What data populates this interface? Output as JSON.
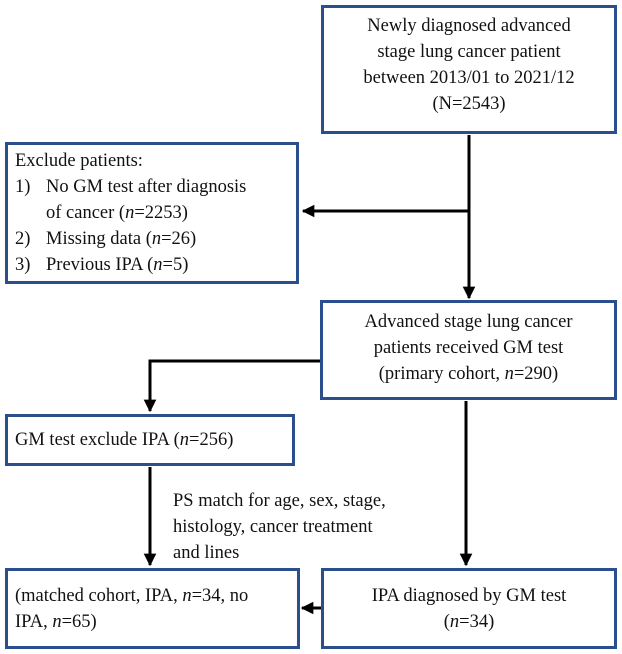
{
  "box1": {
    "lines": [
      "Newly diagnosed advanced",
      "stage lung cancer patient",
      "between 2013/01 to 2021/12",
      "(N=2543)"
    ]
  },
  "box2": {
    "title": "Exclude patients:",
    "items": [
      {
        "num": "1)",
        "line1": "No GM test after diagnosis",
        "line2_pre": "of cancer (",
        "var": "n",
        "line2_post": "=2253)"
      },
      {
        "num": "2)",
        "pre": "Missing data (",
        "var": "n",
        "post": "=26)"
      },
      {
        "num": "3)",
        "pre": "Previous IPA (",
        "var": "n",
        "post": "=5)"
      }
    ]
  },
  "box3": {
    "line1": "Advanced stage lung cancer",
    "line2": "patients received GM test",
    "line3_pre": "(primary cohort, ",
    "line3_var": "n",
    "line3_post": "=290)"
  },
  "box4": {
    "pre": "GM test exclude IPA (",
    "var": "n",
    "post": "=256)"
  },
  "ps_note": {
    "lines": [
      "PS match for age, sex, stage,",
      "histology, cancer treatment",
      "and lines"
    ]
  },
  "box5": {
    "line1_pre": "(matched cohort, IPA, ",
    "line1_var": "n",
    "line1_post": "=34, no",
    "line2_pre": "IPA, ",
    "line2_var": "n",
    "line2_post": "=65)"
  },
  "box6": {
    "line1": "IPA diagnosed by GM test",
    "line2_pre": "(",
    "line2_var": "n",
    "line2_post": "=34)"
  },
  "colors": {
    "border": "#2b4f8c",
    "arrow": "#000000"
  }
}
